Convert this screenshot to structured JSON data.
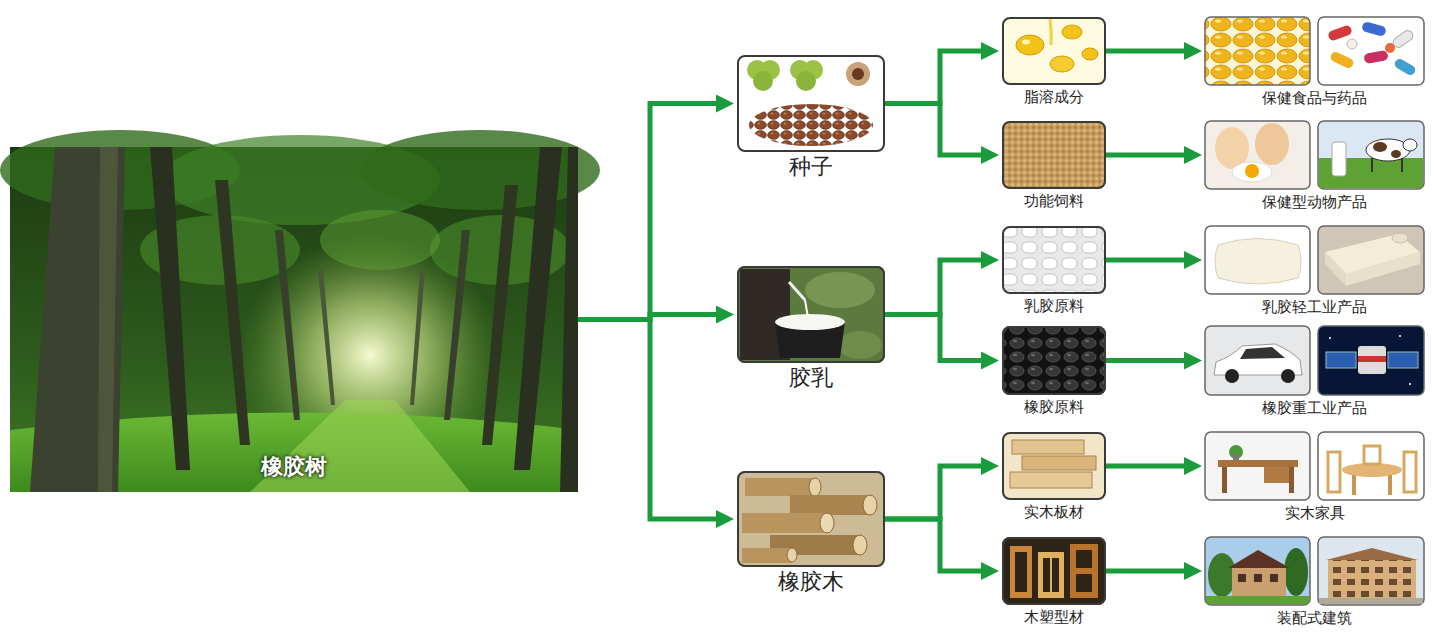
{
  "diagram": {
    "nodes": [
      {
        "text": [
          "橡胶树"
        ]
      },
      {
        "text": [
          "种子"
        ]
      },
      {
        "text": [
          "胶乳"
        ]
      },
      {
        "text": [
          "橡胶木"
        ]
      },
      {
        "text": [
          "脂溶成分"
        ]
      },
      {
        "text": [
          "功能饲料"
        ]
      },
      {
        "text": [
          "乳胶原料"
        ]
      },
      {
        "text": [
          "橡胶原料"
        ]
      },
      {
        "text": [
          "实木板材"
        ]
      },
      {
        "text": [
          "木塑型材"
        ]
      },
      {
        "text": [
          "保健食品与药品"
        ]
      },
      {
        "text": [
          "保健型动物产品"
        ]
      },
      {
        "text": [
          "乳胶轻工业产品"
        ]
      },
      {
        "text": [
          "橡胶重工业产品"
        ]
      },
      {
        "text": [
          "实木家具"
        ]
      },
      {
        "text": [
          "装配式建筑"
        ]
      }
    ],
    "edges": [
      {
        "from": 0,
        "to": 1,
        "arrow": "to"
      },
      {
        "from": 0,
        "to": 2,
        "arrow": "to"
      },
      {
        "from": 0,
        "to": 3,
        "arrow": "to"
      },
      {
        "from": 1,
        "to": 4,
        "arrow": "to"
      },
      {
        "from": 1,
        "to": 5,
        "arrow": "to"
      },
      {
        "from": 2,
        "to": 6,
        "arrow": "to"
      },
      {
        "from": 2,
        "to": 7,
        "arrow": "to"
      },
      {
        "from": 3,
        "to": 8,
        "arrow": "to"
      },
      {
        "from": 3,
        "to": 9,
        "arrow": "to"
      },
      {
        "from": 4,
        "to": 10,
        "arrow": "to"
      },
      {
        "from": 5,
        "to": 11,
        "arrow": "to"
      },
      {
        "from": 6,
        "to": 12,
        "arrow": "to"
      },
      {
        "from": 7,
        "to": 13,
        "arrow": "to"
      },
      {
        "from": 8,
        "to": 14,
        "arrow": "to"
      },
      {
        "from": 9,
        "to": 15,
        "arrow": "to"
      }
    ]
  }
}
